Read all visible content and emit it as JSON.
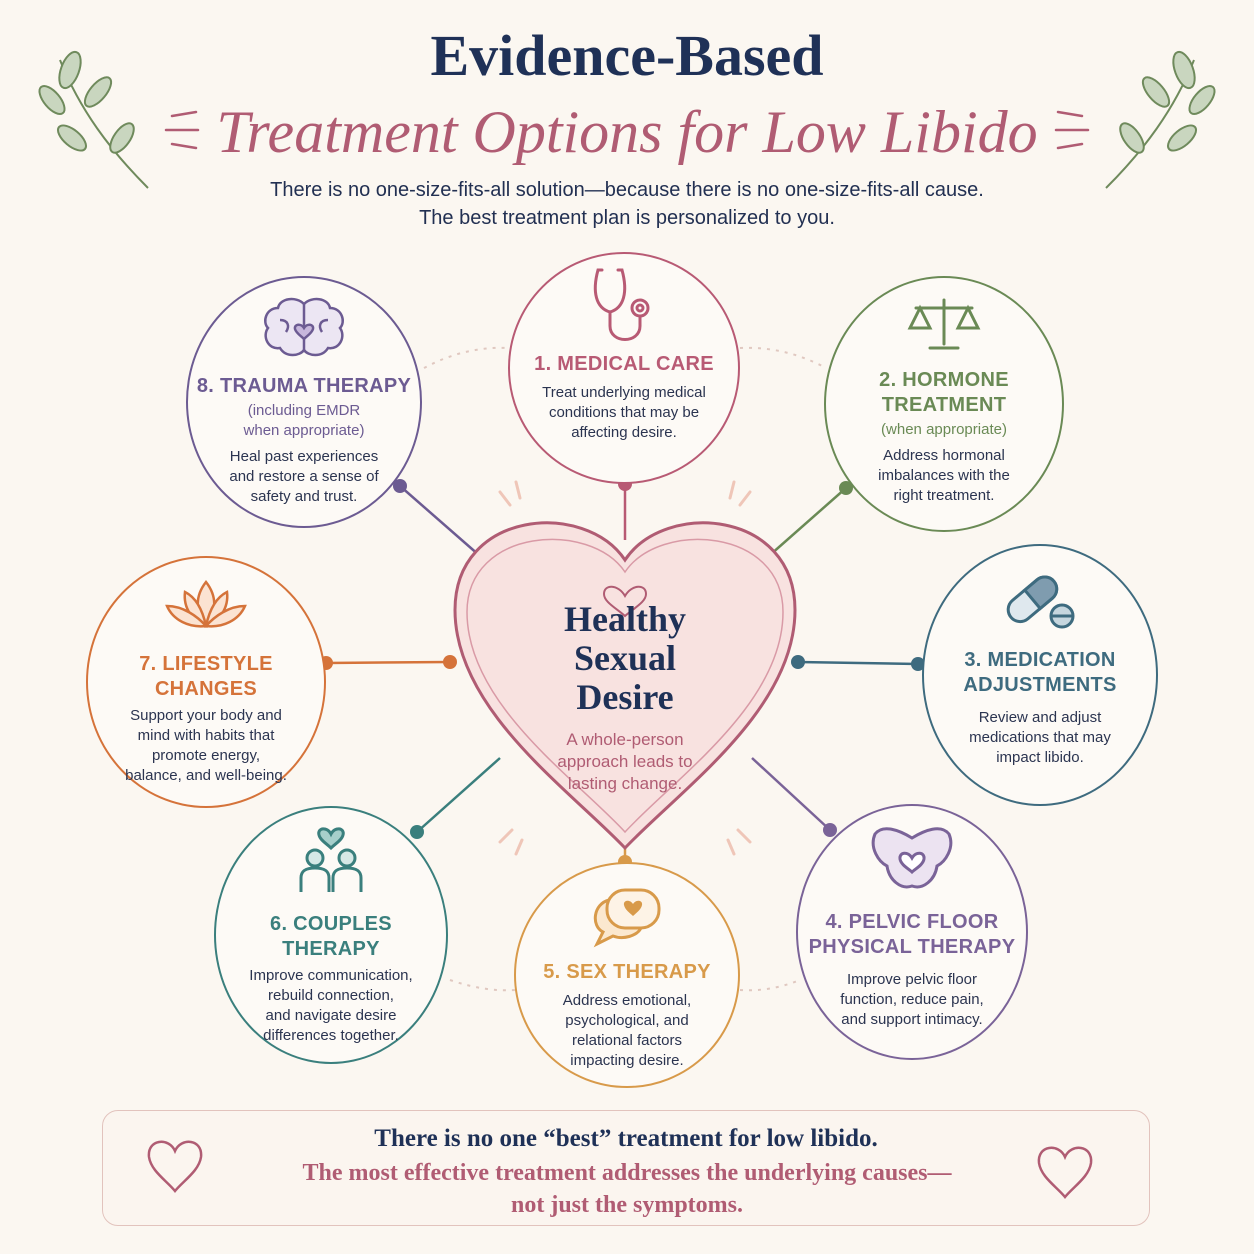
{
  "header": {
    "title": "Evidence-Based",
    "subtitle": "Treatment Options for Low Libido",
    "intro_line1": "There is no one-size-fits-all solution—because there is no one-size-fits-all cause.",
    "intro_line2": "The best treatment plan is personalized to you."
  },
  "center": {
    "title_line1": "Healthy",
    "title_line2": "Sexual",
    "title_line3": "Desire",
    "desc_line1": "A whole-person",
    "desc_line2": "approach leads to",
    "desc_line3": "lasting change.",
    "icon": "heart-icon"
  },
  "colors": {
    "navy": "#1f3157",
    "rose": "#b05c73",
    "medical": "#b85a74",
    "hormone": "#6a8a55",
    "medication": "#3e6b7f",
    "pelvic": "#7a6398",
    "sex": "#d89a4a",
    "couples": "#3a7f7d",
    "lifestyle": "#d5733a",
    "trauma": "#6c5b92"
  },
  "treatments": {
    "medical": {
      "title": "1. MEDICAL CARE",
      "d1": "Treat underlying medical",
      "d2": "conditions that may be",
      "d3": "affecting desire.",
      "icon": "stethoscope-icon"
    },
    "hormone": {
      "t1": "2. HORMONE",
      "t2": "TREATMENT",
      "note": "(when appropriate)",
      "d1": "Address hormonal",
      "d2": "imbalances with the",
      "d3": "right treatment.",
      "icon": "scales-icon"
    },
    "medication": {
      "t1": "3. MEDICATION",
      "t2": "ADJUSTMENTS",
      "d1": "Review and adjust",
      "d2": "medications that may",
      "d3": "impact libido.",
      "icon": "pill-icon"
    },
    "pelvic": {
      "t1": "4. PELVIC FLOOR",
      "t2": "PHYSICAL THERAPY",
      "d1": "Improve pelvic floor",
      "d2": "function, reduce pain,",
      "d3": "and support intimacy.",
      "icon": "pelvis-icon"
    },
    "sex": {
      "title": "5. SEX THERAPY",
      "d1": "Address emotional,",
      "d2": "psychological, and",
      "d3": "relational factors",
      "d4": "impacting desire.",
      "icon": "speech-bubbles-icon"
    },
    "couples": {
      "t1": "6. COUPLES",
      "t2": "THERAPY",
      "d1": "Improve communication,",
      "d2": "rebuild connection,",
      "d3": "and navigate desire",
      "d4": "differences together.",
      "icon": "couple-icon"
    },
    "lifestyle": {
      "t1": "7. LIFESTYLE",
      "t2": "CHANGES",
      "d1": "Support your body and",
      "d2": "mind with habits that",
      "d3": "promote energy,",
      "d4": "balance, and well-being.",
      "icon": "lotus-icon"
    },
    "trauma": {
      "title": "8. TRAUMA THERAPY",
      "n1": "(including EMDR",
      "n2": "when appropriate)",
      "d1": "Heal past experiences",
      "d2": "and restore a sense of",
      "d3": "safety and trust.",
      "icon": "brain-icon"
    }
  },
  "footer": {
    "line1": "There is no one “best” treatment for low libido.",
    "line2": "The most effective treatment addresses the underlying causes—",
    "line3": "not just the symptoms."
  }
}
